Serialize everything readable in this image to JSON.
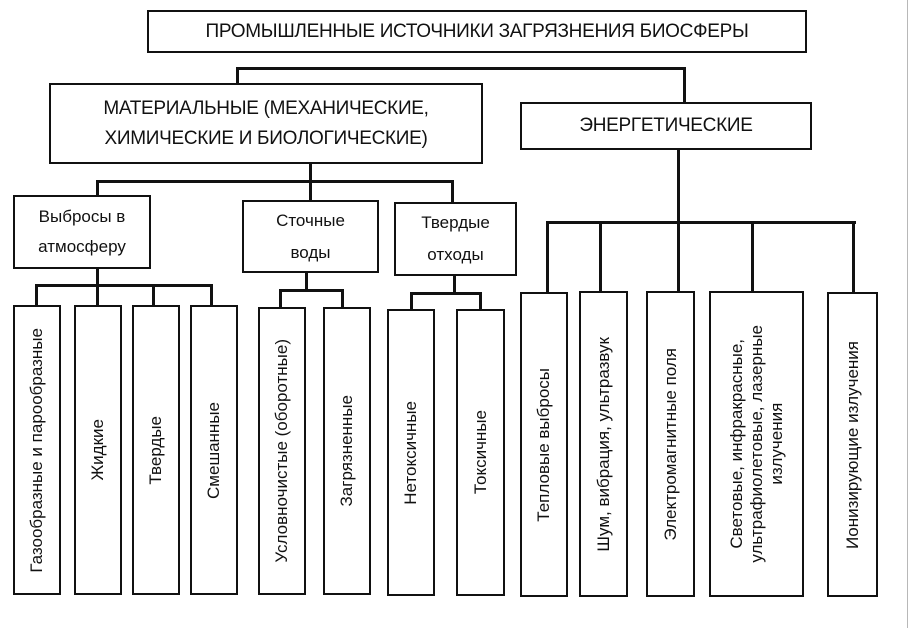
{
  "diagram": {
    "root": {
      "label": "ПРОМЫШЛЕННЫЕ ИСТОЧНИКИ ЗАГРЯЗНЕНИЯ БИОСФЕРЫ"
    },
    "material": {
      "label_line1": "МАТЕРИАЛЬНЫЕ (МЕХАНИЧЕСКИЕ,",
      "label_line2": "ХИМИЧЕСКИЕ И БИОЛОГИЧЕСКИЕ)",
      "groups": [
        {
          "label_line1": "Выбросы в",
          "label_line2": "атмосферу",
          "leaves": [
            "Газообразные и парообразные",
            "Жидкие",
            "Твердые",
            "Смешанные"
          ]
        },
        {
          "label_line1": "Сточные",
          "label_line2": "воды",
          "leaves": [
            "Условночистые (оборотные)",
            "Загрязненные"
          ]
        },
        {
          "label_line1": "Твердые",
          "label_line2": "отходы",
          "leaves": [
            "Нетоксичные",
            "Токсичные"
          ]
        }
      ]
    },
    "energy": {
      "label": "ЭНЕРГЕТИЧЕСКИЕ",
      "leaves": [
        "Тепловые выбросы",
        "Шум, вибрация, ультразвук",
        "Электромагнитные поля",
        "Световые, инфракрасные,\nультрафиолетовые, лазерные\nизлучения",
        "Ионизирующие излучения"
      ]
    }
  }
}
